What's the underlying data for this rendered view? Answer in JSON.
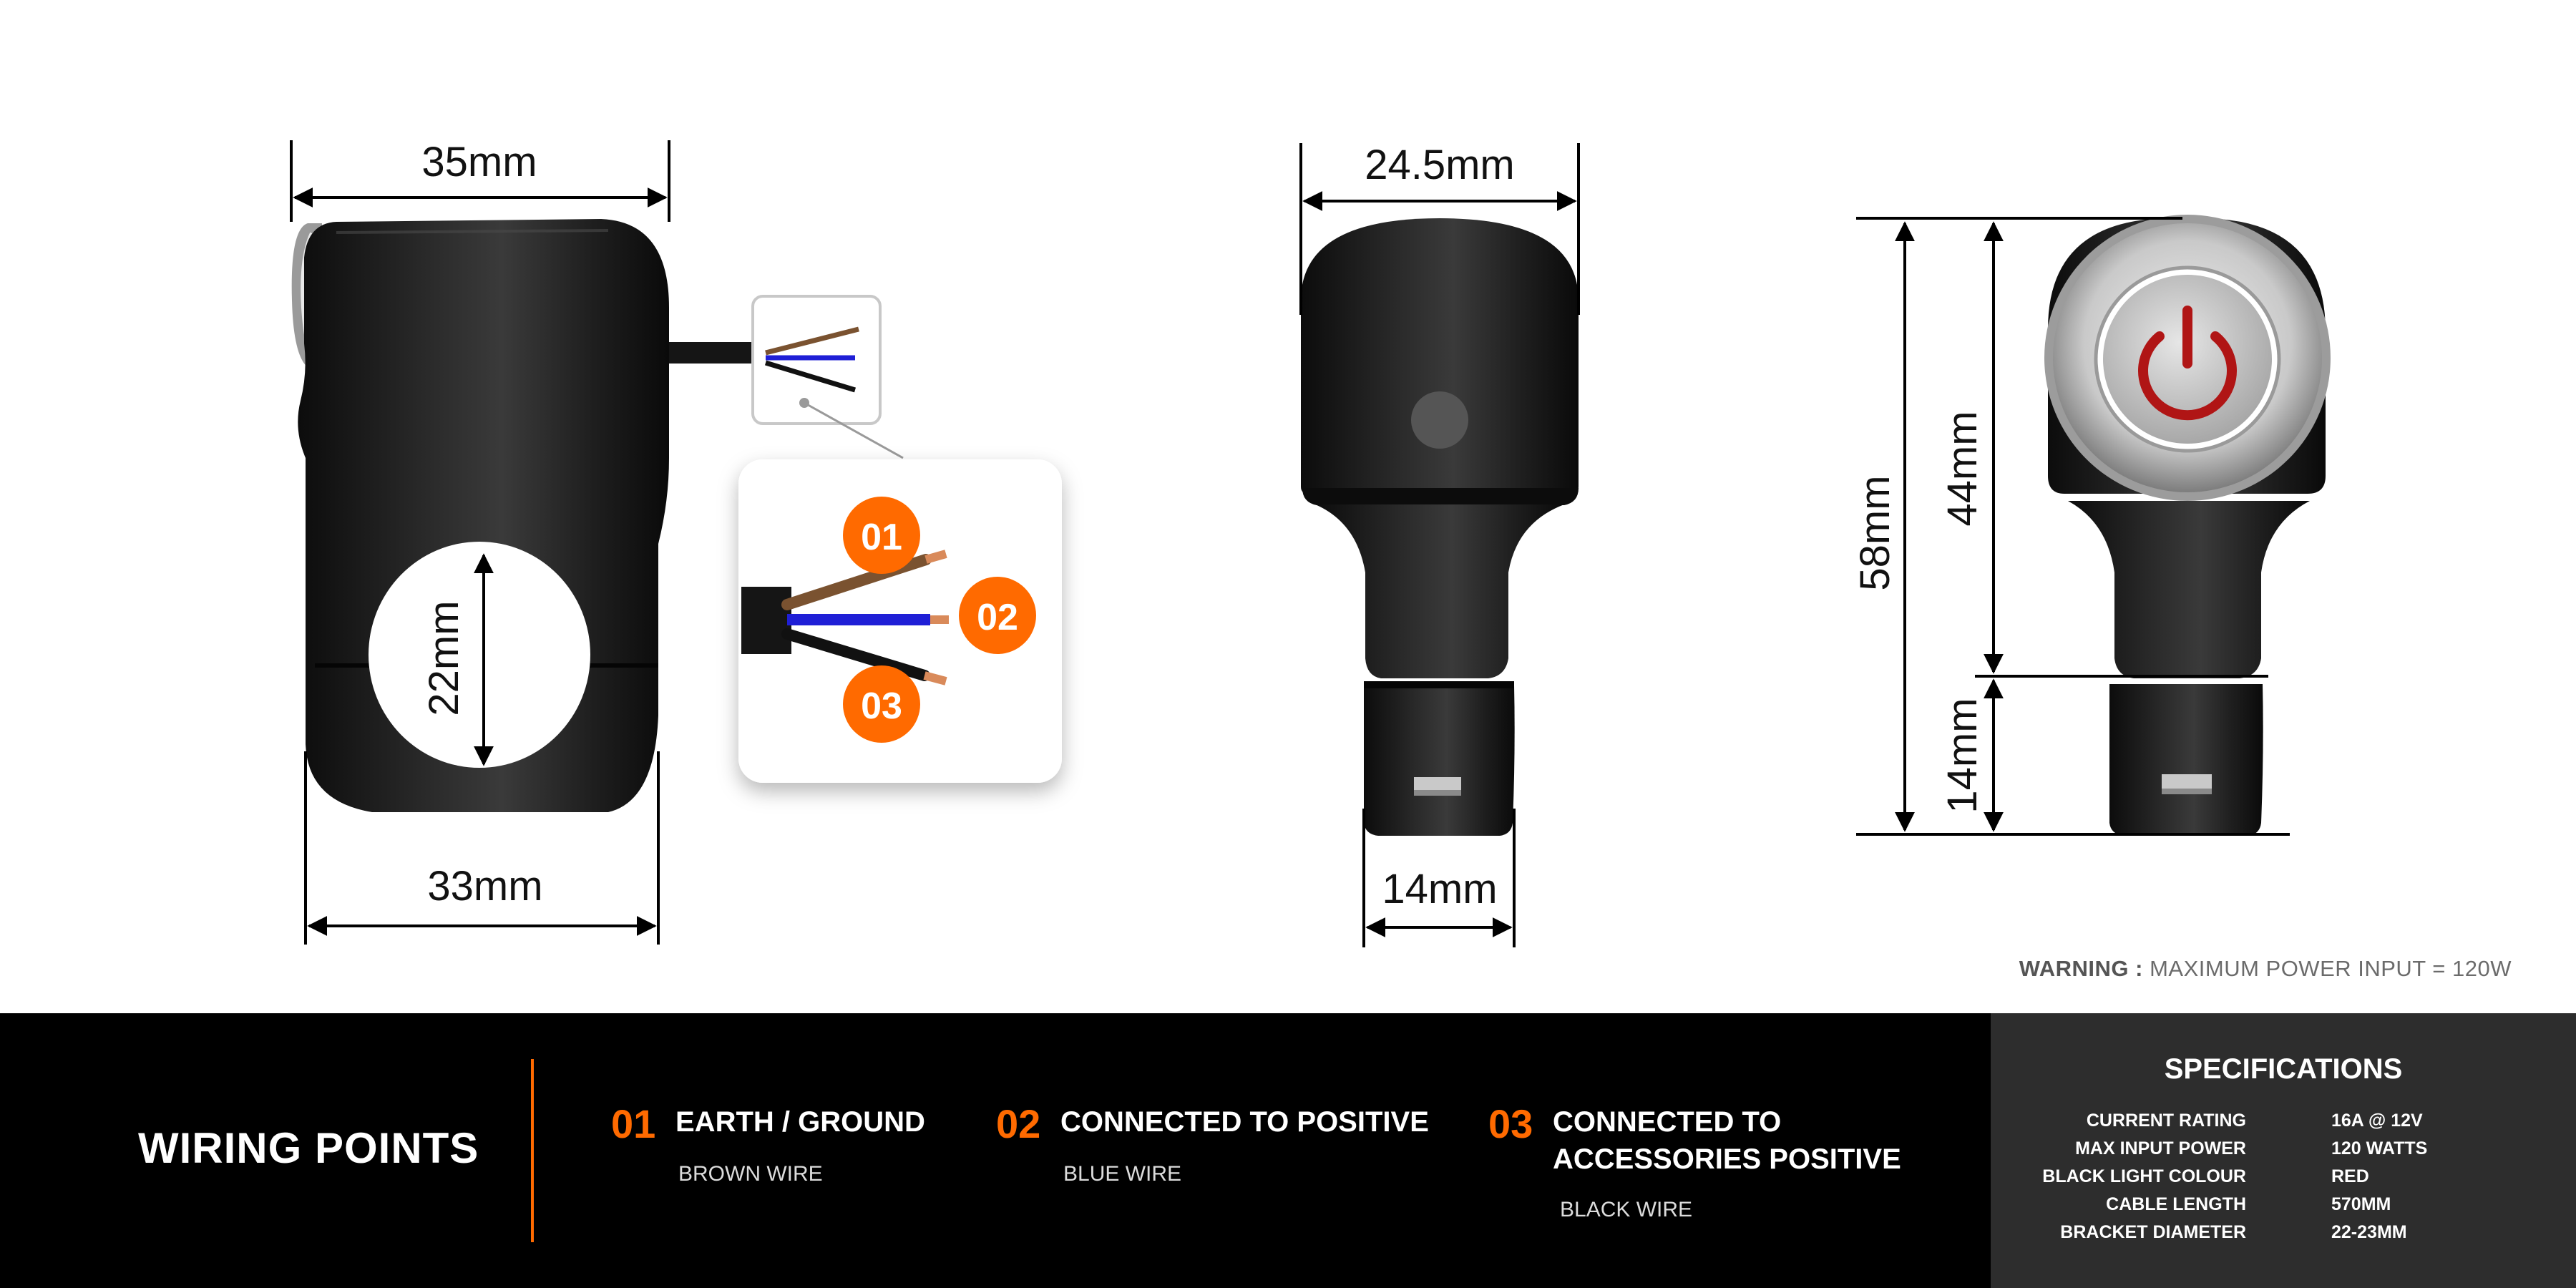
{
  "dimensions": {
    "top_width": "35mm",
    "bottom_width": "33mm",
    "bore_diameter": "22mm",
    "side_width": "24.5mm",
    "side_bottom_width": "14mm",
    "total_height": "58mm",
    "body_height": "44mm",
    "base_height": "14mm"
  },
  "callouts": [
    "01",
    "02",
    "03"
  ],
  "icons": [
    "power-icon"
  ],
  "colors": {
    "accent": "#ff6a00",
    "brown_wire": "#7a5230",
    "blue_wire": "#1f1fd6",
    "black_wire": "#111111",
    "power_symbol": "#b01515"
  },
  "warning": {
    "label": "WARNING :",
    "text": "MAXIMUM POWER INPUT = 120W"
  },
  "wiring": {
    "title": "WIRING POINTS",
    "points": [
      {
        "num": "01",
        "label": "EARTH  / GROUND",
        "wire": "BROWN WIRE"
      },
      {
        "num": "02",
        "label": "CONNECTED TO POSITIVE",
        "wire": "BLUE WIRE"
      },
      {
        "num": "03",
        "label": "CONNECTED TO ACCESSORIES POSITIVE",
        "wire": "BLACK WIRE"
      }
    ]
  },
  "specifications": {
    "title": "SPECIFICATIONS",
    "rows": [
      {
        "key": "CURRENT RATING",
        "value": "16A @ 12V"
      },
      {
        "key": "MAX INPUT POWER",
        "value": "120 WATTS"
      },
      {
        "key": "BLACK LIGHT COLOUR",
        "value": "RED"
      },
      {
        "key": "CABLE LENGTH",
        "value": "570MM"
      },
      {
        "key": "BRACKET DIAMETER",
        "value": "22-23MM"
      }
    ]
  }
}
